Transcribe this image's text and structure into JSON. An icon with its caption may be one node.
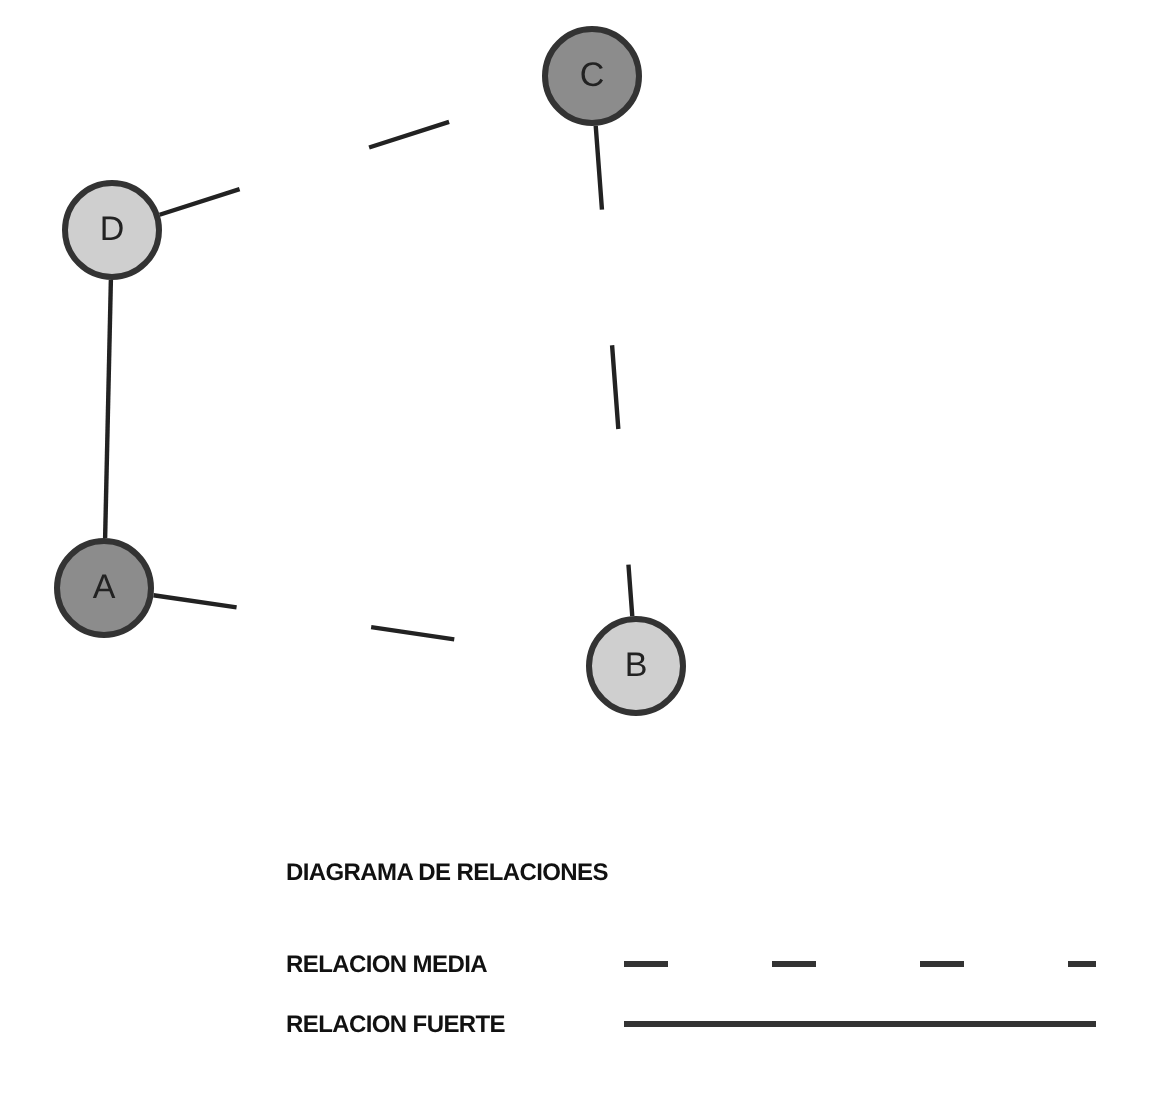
{
  "diagram": {
    "title": "DIAGRAMA DE RELACIONES",
    "nodes": [
      {
        "text": [
          "C"
        ]
      },
      {
        "text": [
          "D"
        ]
      },
      {
        "text": [
          "A"
        ]
      },
      {
        "text": [
          "B"
        ]
      }
    ],
    "edges": [
      {
        "from": 1,
        "to": 0,
        "arrow": "none",
        "style": "dashed"
      },
      {
        "from": 0,
        "to": 3,
        "arrow": "none",
        "style": "dashed"
      },
      {
        "from": 1,
        "to": 2,
        "arrow": "none"
      },
      {
        "from": 2,
        "to": 3,
        "arrow": "none",
        "style": "dashed"
      }
    ],
    "legend": [
      {
        "text": "RELACION MEDIA"
      },
      {
        "text": "RELACION FUERTE"
      }
    ]
  }
}
